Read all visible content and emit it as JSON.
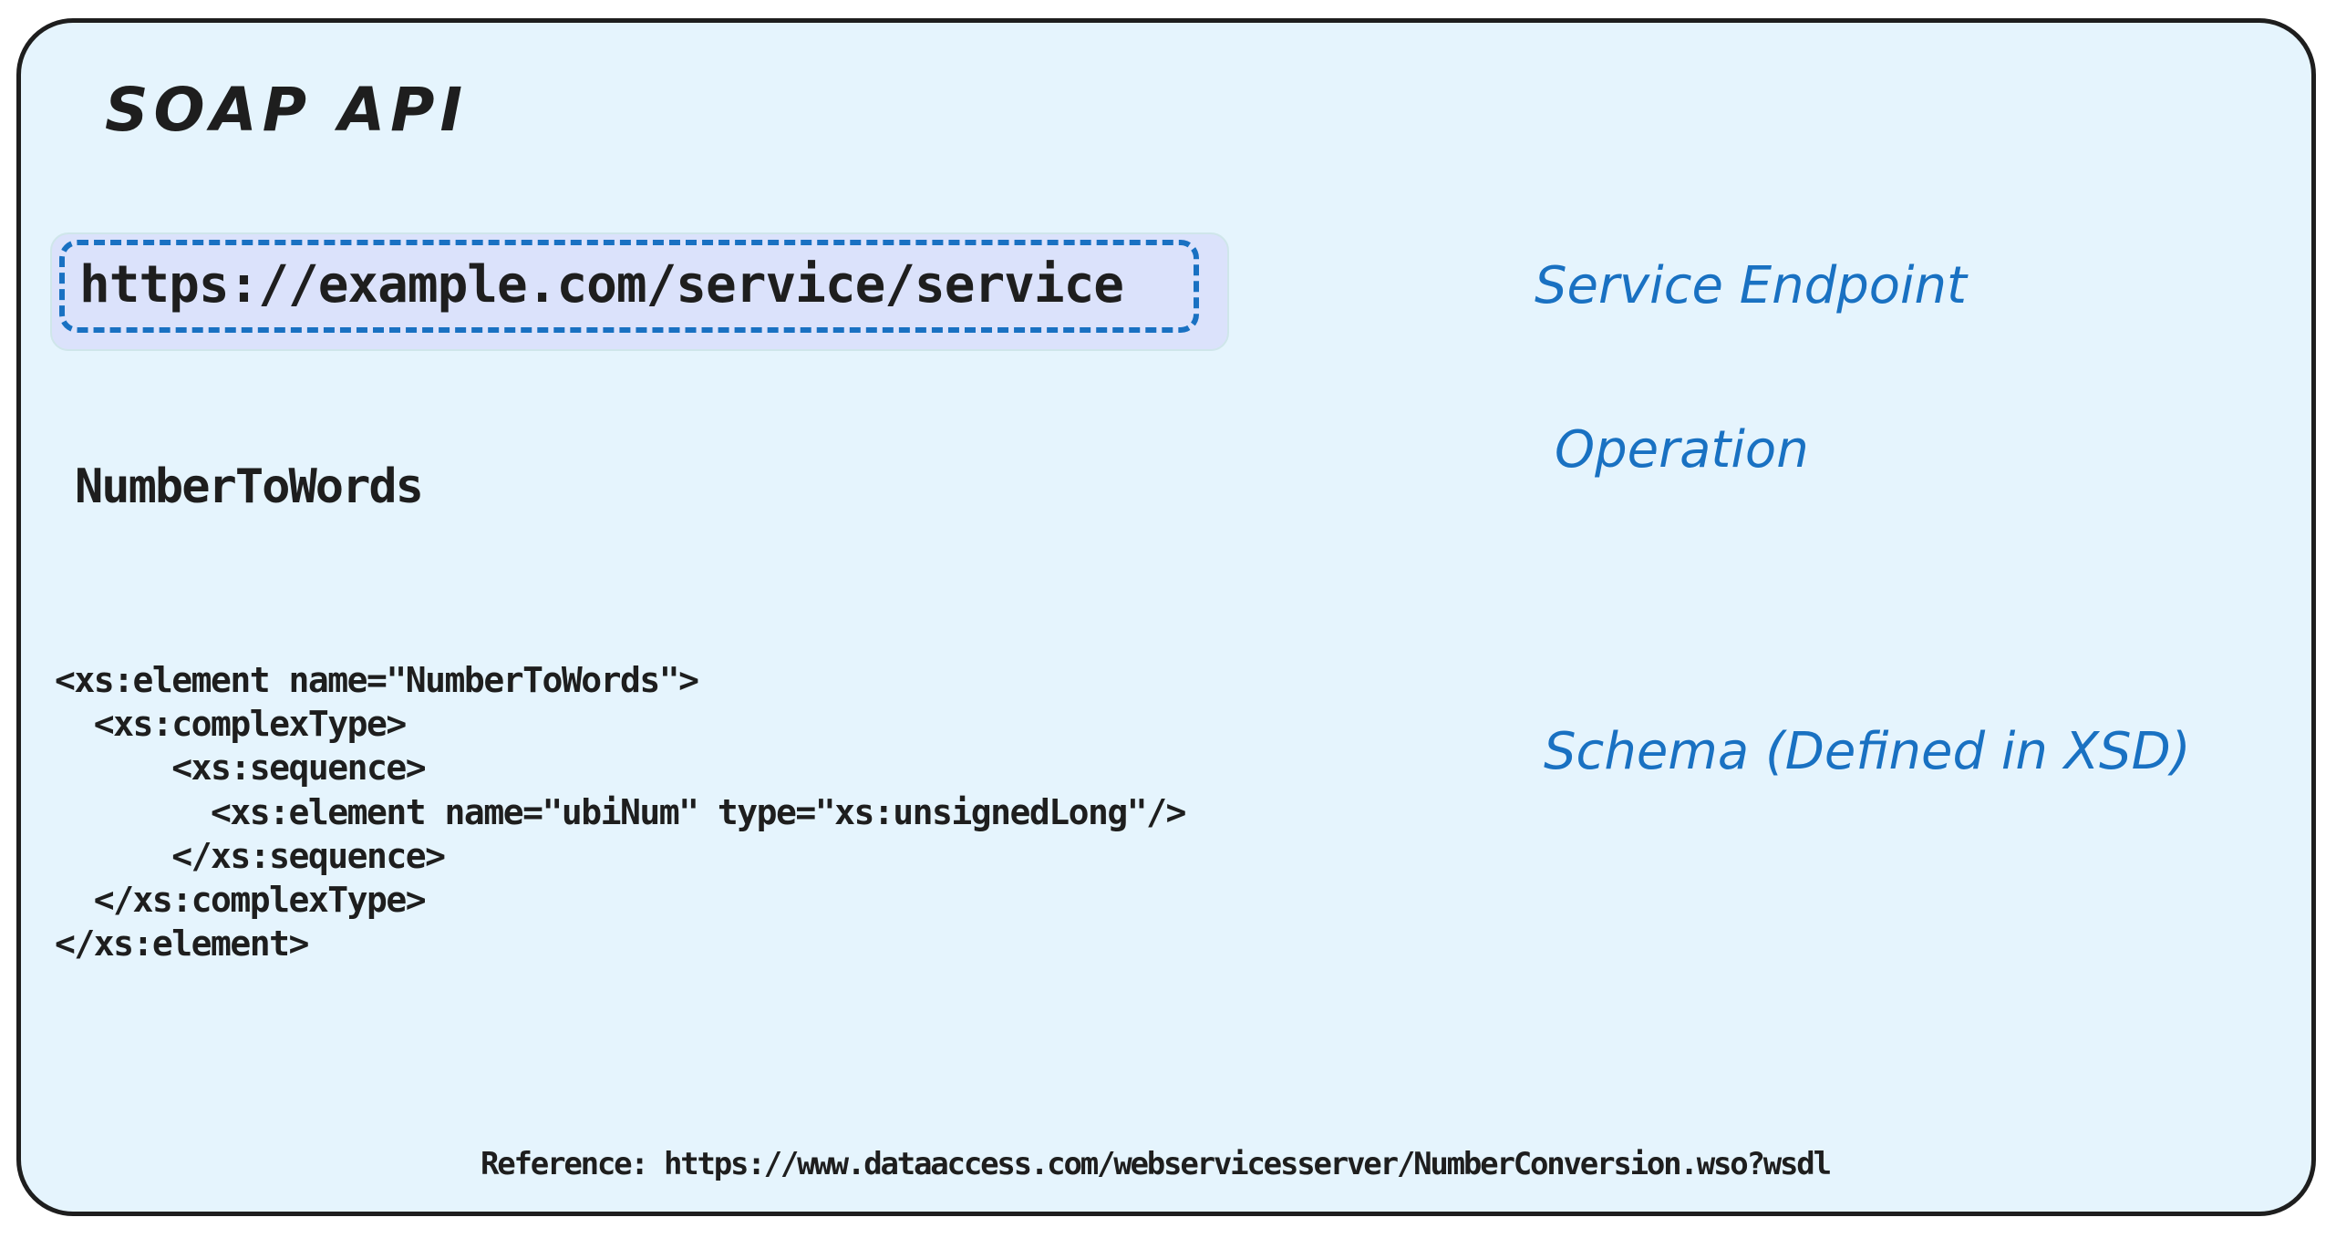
{
  "diagram": {
    "title": "SOAP API",
    "colors": {
      "background": "#e5f4fd",
      "frame_border": "#1e1e1e",
      "text": "#1e1e1e",
      "accent": "#1971c2",
      "endpoint_fill": "#dbe2fb"
    },
    "endpoint": {
      "url": "https://example.com/service/service",
      "label": "Service Endpoint"
    },
    "operation": {
      "name": "NumberToWords",
      "label": "Operation"
    },
    "schema": {
      "label": "Schema (Defined in XSD)",
      "lines": [
        "<xs:element name=\"NumberToWords\">",
        "  <xs:complexType>",
        "      <xs:sequence>",
        "        <xs:element name=\"ubiNum\" type=\"xs:unsignedLong\"/>",
        "      </xs:sequence>",
        "  </xs:complexType>",
        "</xs:element>"
      ]
    },
    "reference": "Reference: https://www.dataaccess.com/webservicesserver/NumberConversion.wso?wsdl"
  }
}
